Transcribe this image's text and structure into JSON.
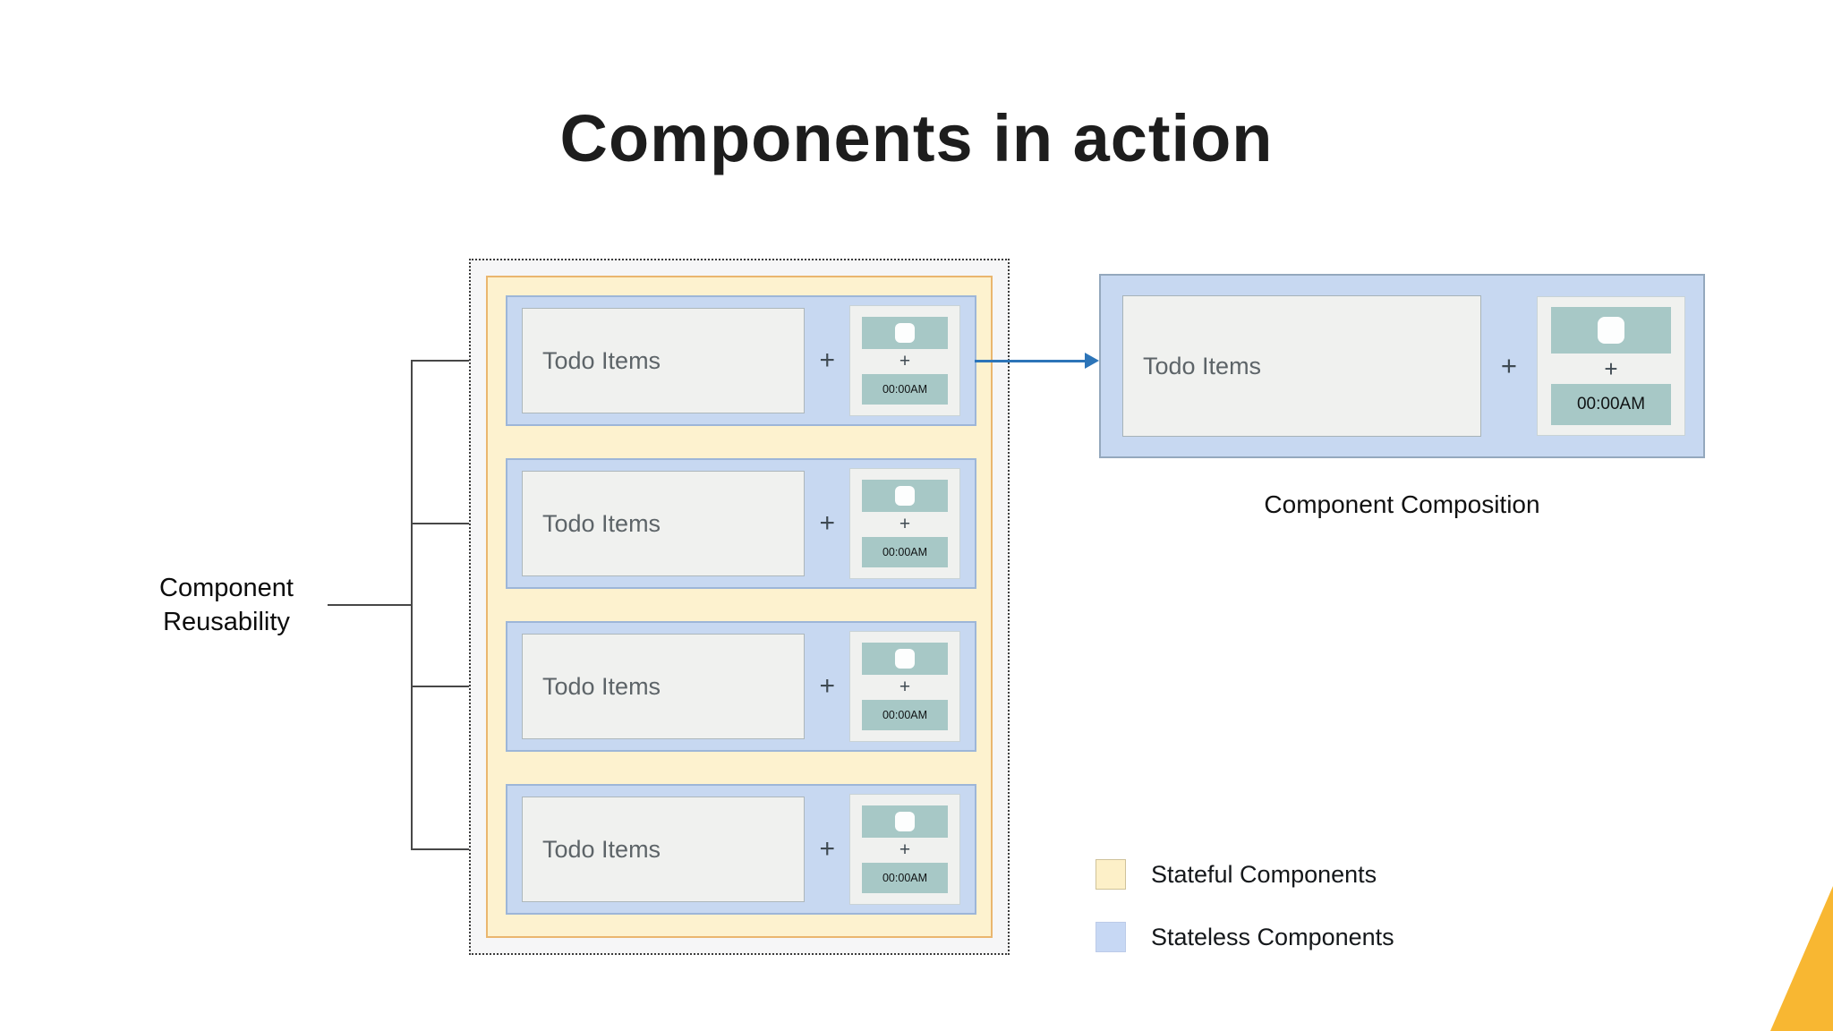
{
  "title": "Components in action",
  "reusability": {
    "label_line1": "Component",
    "label_line2": "Reusability"
  },
  "rows": [
    {
      "todo_label": "Todo Items",
      "plus": "+",
      "widget_plus": "+",
      "widget_time": "00:00AM"
    },
    {
      "todo_label": "Todo Items",
      "plus": "+",
      "widget_plus": "+",
      "widget_time": "00:00AM"
    },
    {
      "todo_label": "Todo Items",
      "plus": "+",
      "widget_plus": "+",
      "widget_time": "00:00AM"
    },
    {
      "todo_label": "Todo Items",
      "plus": "+",
      "widget_plus": "+",
      "widget_time": "00:00AM"
    }
  ],
  "composition": {
    "caption": "Component Composition",
    "todo_label": "Todo Items",
    "plus": "+",
    "widget_plus": "+",
    "widget_time": "00:00AM"
  },
  "legend": {
    "items": [
      {
        "label": "Stateful Components",
        "color": "#fdf2cf"
      },
      {
        "label": "Stateless Components",
        "color": "#c7d8f1"
      }
    ]
  },
  "colors": {
    "stateful_fill": "#fdf2cf",
    "stateful_border": "#eab66e",
    "stateless_fill": "#c7d8f1",
    "stateless_border": "#9db6d8",
    "todo_box_fill": "#f0f1ef",
    "teal_widget": "#a7c8c6",
    "arrow_blue": "#2c74b8",
    "corner_accent": "#f8b732",
    "title_color": "#1d1d1d"
  }
}
